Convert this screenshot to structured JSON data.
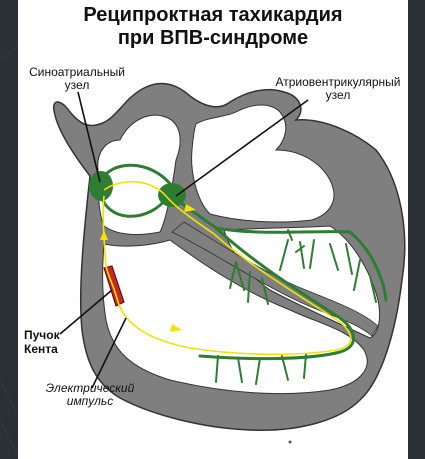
{
  "title_line1": "Реципроктная тахикардия",
  "title_line2": "при ВПВ-синдроме",
  "labels": {
    "sa_node_line1": "Синоатриальный",
    "sa_node_line2": "узел",
    "av_node_line1": "Атриовентрикулярный",
    "av_node_line2": "узел",
    "kent_line1": "Пучок",
    "kent_line2": "Кента",
    "impulse_line1": "Электрический",
    "impulse_line2": "импульс"
  },
  "colors": {
    "background": "#2b2f36",
    "panel": "#ffffff",
    "heart_wall": "#7f7f7f",
    "conduction": "#2e7d32",
    "impulse": "#f2e200",
    "kent_bundle": "#c62828"
  }
}
